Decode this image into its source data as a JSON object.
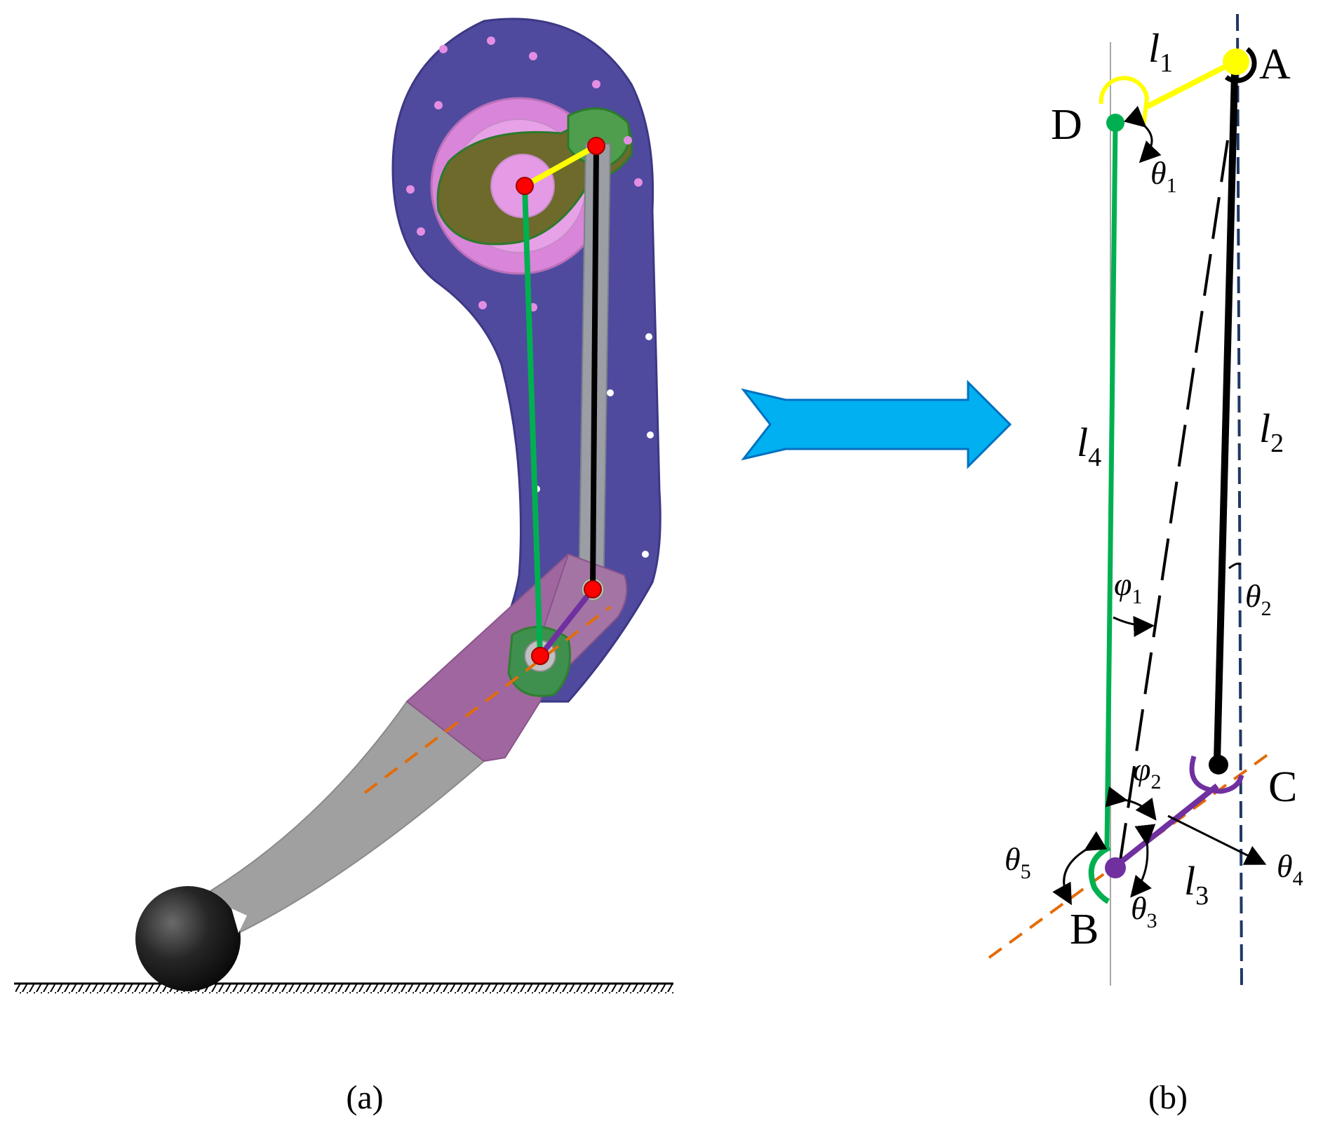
{
  "captions": {
    "a": "(a)",
    "b": "(b)"
  },
  "points": {
    "A": "A",
    "B": "B",
    "C": "C",
    "D": "D"
  },
  "links": {
    "l1": {
      "main": "l",
      "sub": "1"
    },
    "l2": {
      "main": "l",
      "sub": "2"
    },
    "l3": {
      "main": "l",
      "sub": "3"
    },
    "l4": {
      "main": "l",
      "sub": "4"
    }
  },
  "angles": {
    "theta1": {
      "main": "θ",
      "sub": "1"
    },
    "theta2": {
      "main": "θ",
      "sub": "2"
    },
    "theta3": {
      "main": "θ",
      "sub": "3"
    },
    "theta4": {
      "main": "θ",
      "sub": "4"
    },
    "theta5": {
      "main": "θ",
      "sub": "5"
    },
    "phi1": {
      "main": "φ",
      "sub": "1"
    },
    "phi2": {
      "main": "φ",
      "sub": "2"
    }
  },
  "colors": {
    "link_l1": "#ffff00",
    "link_l2": "#000000",
    "link_l3": "#7030a0",
    "link_l4": "#00b050",
    "reference_dashed": "#e36c09",
    "vertical_dashed": "#1f3864",
    "arrow": "#00b0f0",
    "leg_frame": "#4f4a9e",
    "joint_marker": "#ff0000"
  },
  "icons": {
    "transform_arrow": "right-arrow-icon",
    "ground": "hatched-ground-icon"
  }
}
